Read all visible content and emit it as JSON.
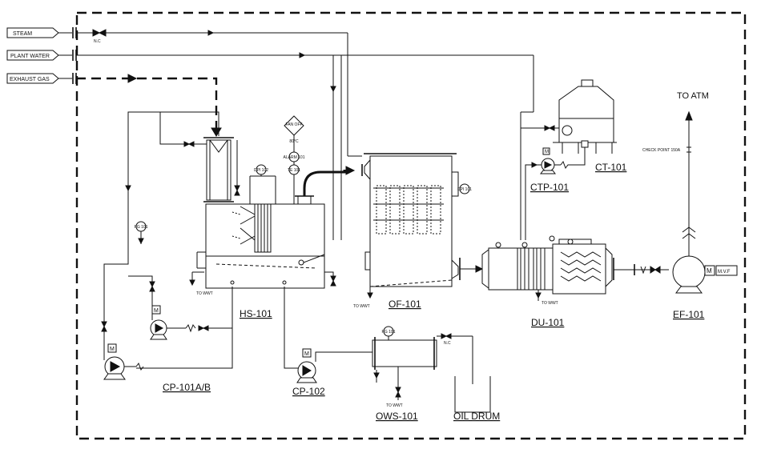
{
  "diagram": {
    "inlets": {
      "steam": "STEAM",
      "plant_water": "PLANT WATER",
      "exhaust_gas": "EXHAUST GAS"
    },
    "outlet": "TO ATM",
    "valve_note_steam": "N.C",
    "valve_note_oil": "N.C",
    "check_point": "CHECK POINT 150A",
    "to_wwt": "TO WWT",
    "fan_off": "FAN OFF",
    "temp_setpoint": "80°C",
    "motor": "M",
    "vvf": "M.V.F",
    "equipment": {
      "hs": "HS-101",
      "cp_ab": "CP-101A/B",
      "cp102": "CP-102",
      "of": "OF-101",
      "ows": "OWS-101",
      "oil_drum": "OIL DRUM",
      "du": "DU-101",
      "ctp": "CTP-101",
      "ct": "CT-101",
      "ef": "EF-101"
    },
    "instruments": {
      "dpi_hs": "DPI 102",
      "alarm": "ALARM 101",
      "te": "TE 101",
      "pg1": "PG 101",
      "pg_ows": "PG 101",
      "dpi_of": "DPI 101"
    }
  },
  "colors": {
    "line": "#111111",
    "background": "#ffffff"
  }
}
